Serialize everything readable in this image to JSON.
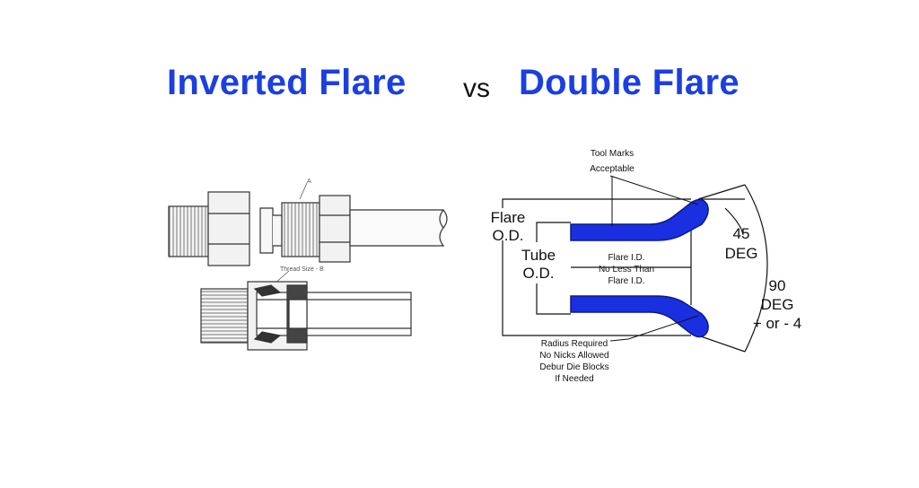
{
  "title": {
    "left": "Inverted Flare",
    "vs": "vs",
    "right": "Double Flare"
  },
  "inverted_flare": {
    "label_a": "A",
    "thread_size": "Thread Size - B"
  },
  "double_flare": {
    "tool_marks_1": "Tool Marks",
    "tool_marks_2": "Acceptable",
    "flare_od_1": "Flare",
    "flare_od_2": "O.D.",
    "tube_od_1": "Tube",
    "tube_od_2": "O.D.",
    "flare_id_1": "Flare I.D.",
    "flare_id_2": "No Less Than",
    "flare_id_3": "Flare I.D.",
    "deg45_1": "45",
    "deg45_2": "DEG",
    "deg90_1": "90",
    "deg90_2": "DEG",
    "deg90_3": "+ or - 4",
    "radius_1": "Radius Required",
    "radius_2": "No Nicks Allowed",
    "radius_3": "Debur Die Blocks",
    "radius_4": "If Needed"
  },
  "colors": {
    "title_blue": "#1b3fe0",
    "flare_blue": "#1a2fe0"
  }
}
